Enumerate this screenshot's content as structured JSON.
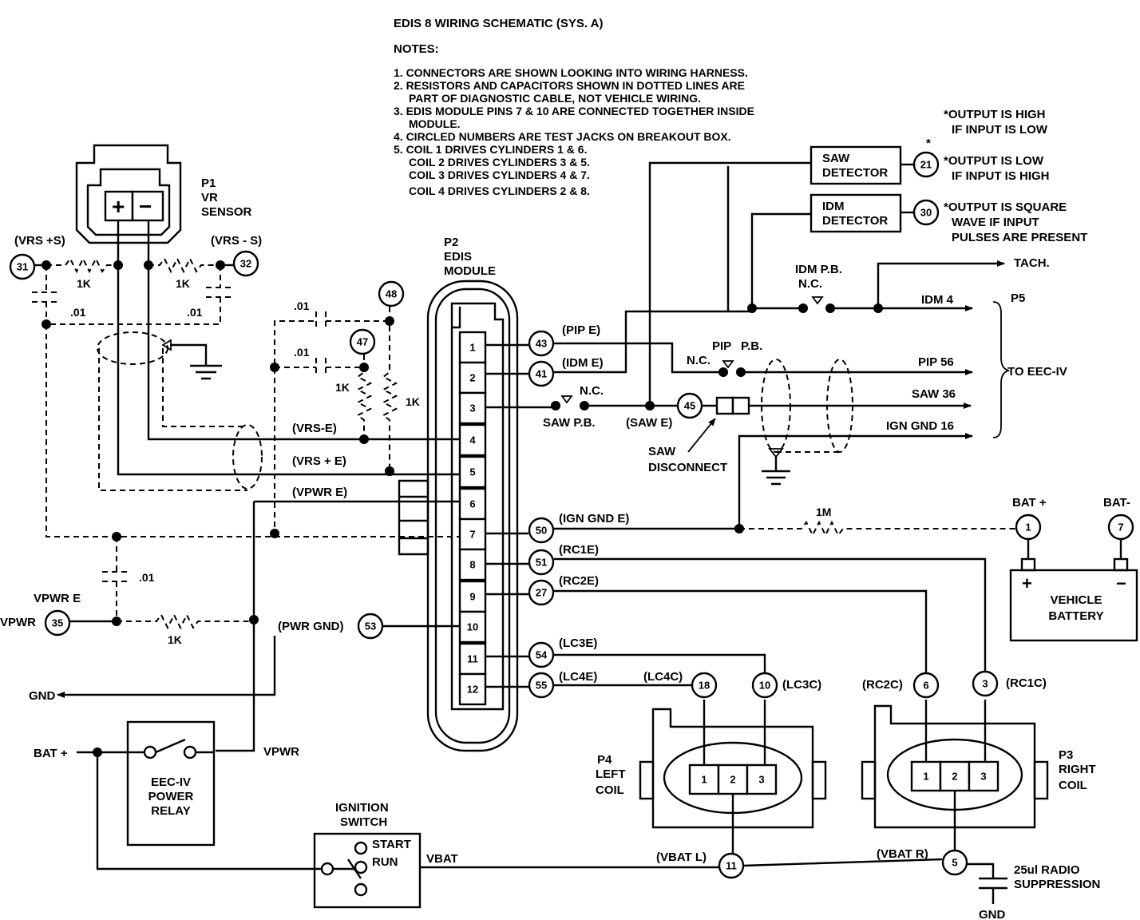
{
  "title": "EDIS 8 WIRING SCHEMATIC (SYS. A)",
  "notes": {
    "heading": "NOTES:",
    "lines": [
      "1. CONNECTORS ARE SHOWN LOOKING INTO WIRING HARNESS.",
      "2. RESISTORS AND CAPACITORS SHOWN IN DOTTED LINES ARE",
      "PART OF DIAGNOSTIC CABLE, NOT VEHICLE WIRING.",
      "3. EDIS MODULE PINS 7 & 10 ARE CONNECTED TOGETHER INSIDE",
      "MODULE.",
      "4. CIRCLED NUMBERS ARE TEST JACKS ON BREAKOUT BOX.",
      "5. COIL 1 DRIVES CYLINDERS 1 & 6.",
      "COIL 2 DRIVES CYLINDERS 3 & 5.",
      "COIL 3 DRIVES CYLINDERS 4 & 7.",
      "COIL 4 DRIVES CYLINDERS 2 & 8."
    ]
  },
  "output_notes": [
    "*OUTPUT IS HIGH",
    "IF INPUT IS LOW",
    "*OUTPUT IS LOW",
    "IF INPUT IS HIGH",
    "*OUTPUT IS SQUARE",
    "WAVE IF INPUT",
    "PULSES ARE PRESENT"
  ],
  "asterisk": "*",
  "p1": {
    "id": "P1",
    "line1": "VR",
    "line2": "SENSOR",
    "plus": "+",
    "minus": "−"
  },
  "p2": {
    "id": "P2",
    "line1": "EDIS",
    "line2": "MODULE",
    "pins": [
      "1",
      "2",
      "3",
      "4",
      "5",
      "6",
      "7",
      "8",
      "9",
      "10",
      "11",
      "12"
    ]
  },
  "p3": {
    "id": "P3",
    "line1": "RIGHT",
    "line2": "COIL",
    "pins": [
      "1",
      "2",
      "3"
    ]
  },
  "p4": {
    "id": "P4",
    "line1": "LEFT",
    "line2": "COIL",
    "pins": [
      "1",
      "2",
      "3"
    ]
  },
  "p5": {
    "id": "P5",
    "to": "TO EEC-IV"
  },
  "detectors": {
    "saw": [
      "SAW",
      "DETECTOR"
    ],
    "idm": [
      "IDM",
      "DETECTOR"
    ]
  },
  "jacks": {
    "j31": "31",
    "j32": "32",
    "j48": "48",
    "j47": "47",
    "j43": "43",
    "j41": "41",
    "j45": "45",
    "j21": "21",
    "j30": "30",
    "j50": "50",
    "j51": "51",
    "j27": "27",
    "j53": "53",
    "j54": "54",
    "j55": "55",
    "j35": "35",
    "j1": "1",
    "j7": "7",
    "j18": "18",
    "j10": "10",
    "j6": "6",
    "j3": "3",
    "j11": "11",
    "j5": "5"
  },
  "labels": {
    "vrs_plus_s": "(VRS +S)",
    "vrs_minus_s": "(VRS - S)",
    "r1k": "1K",
    "c01": ".01",
    "r1m": "1M",
    "vrs_e": "(VRS-E)",
    "vrs_plus_e": "(VRS + E)",
    "vpwr_e_paren": "(VPWR E)",
    "vpwr_e": "VPWR E",
    "vpwr": "VPWR",
    "pwr_gnd": "(PWR GND)",
    "gnd": "GND",
    "bat_plus_left": "BAT +",
    "pip_e": "(PIP E)",
    "idm_e": "(IDM E)",
    "saw_e": "(SAW E)",
    "saw_pb": "SAW P.B.",
    "nc": "N.C.",
    "idm_pb": "IDM P.B.",
    "pip": "PIP",
    "pb": "P.B.",
    "saw_disconnect_1": "SAW",
    "saw_disconnect_2": "DISCONNECT",
    "tach": "TACH.",
    "idm4": "IDM 4",
    "pip56": "PIP 56",
    "saw36": "SAW 36",
    "ign_gnd16": "IGN GND 16",
    "ign_gnd_e": "(IGN GND E)",
    "rc1e": "(RC1E)",
    "rc2e": "(RC2E)",
    "lc3e": "(LC3E)",
    "lc4e": "(LC4E)",
    "lc4c": "(LC4C)",
    "lc3c": "(LC3C)",
    "rc2c": "(RC2C)",
    "rc1c": "(RC1C)",
    "bat_plus": "BAT +",
    "bat_minus": "BAT-",
    "battery_1": "VEHICLE",
    "battery_2": "BATTERY",
    "batt_pos": "+",
    "batt_neg": "−",
    "relay_1": "EEC-IV",
    "relay_2": "POWER",
    "relay_3": "RELAY",
    "ign_1": "IGNITION",
    "ign_2": "SWITCH",
    "start": "START",
    "run": "RUN",
    "vbat": "VBAT",
    "vbat_l": "(VBAT L)",
    "vbat_r": "(VBAT R)",
    "radio_1": "25ul RADIO",
    "radio_2": "SUPPRESSION",
    "gnd_bottom": "GND"
  }
}
